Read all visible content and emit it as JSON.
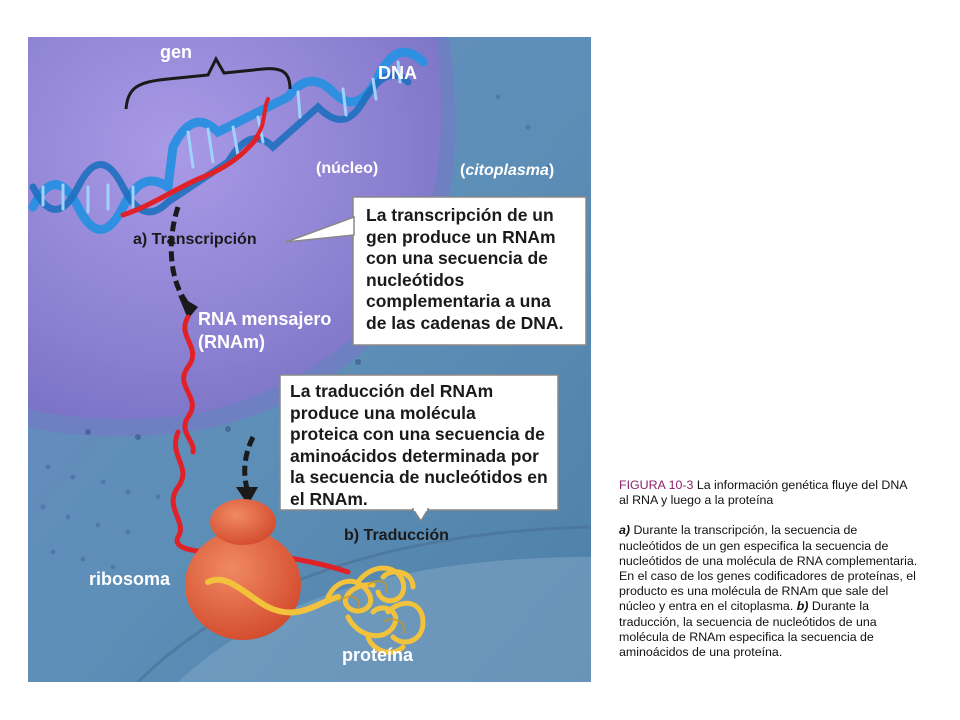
{
  "diagram": {
    "labels": {
      "gene": "gen",
      "dna": "DNA",
      "nucleus": "(núcleo)",
      "cytoplasm_open": "(",
      "cytoplasm": "citoplasma",
      "cytoplasm_close": ")",
      "transcription": "a) Transcripción",
      "mrna_line1": "RNA mensajero",
      "mrna_line2": "(RNAm)",
      "translation": "b) Traducción",
      "ribosome": "ribosoma",
      "protein": "proteína"
    },
    "callout_transcription": {
      "lines": [
        "La transcripción de un",
        "gen produce un RNAm",
        "con una secuencia de",
        "nucleótidos",
        "complementaria a una",
        "de las cadenas de DNA."
      ]
    },
    "callout_translation": {
      "lines": [
        "La traducción del RNAm",
        "produce una molécula",
        "proteica con una secuencia de",
        "aminoácidos determinada por",
        "la secuencia de nucleótidos en",
        "el RNAm."
      ]
    }
  },
  "caption": {
    "figure_number": "FIGURA 10-3",
    "title": " La información genética fluye del DNA al RNA y luego a la proteína",
    "part_a_label": "a)",
    "part_a_text": " Durante la transcripción, la secuencia de nucleótidos de un gen especifica la secuencia de nucleótidos de una molécula de RNA complementaria. En el caso de los genes codificadores de proteínas, el producto es una molécula de RNAm que sale del núcleo y entra en el citoplasma.",
    "part_b_label": "b)",
    "part_b_text": " Durante la traducción, la secuencia de nucleótidos de una molécula de RNAm especifica la secuencia de aminoácidos de una proteína."
  },
  "colors": {
    "nucleus": "#8a7fd0",
    "cytoplasm": "#5d8fb8",
    "dna_strand": "#2f8fe0",
    "mrna": "#e02228",
    "ribosome": "#e0603c",
    "protein": "#f2c23c",
    "figure_number": "#8e1f6b"
  }
}
